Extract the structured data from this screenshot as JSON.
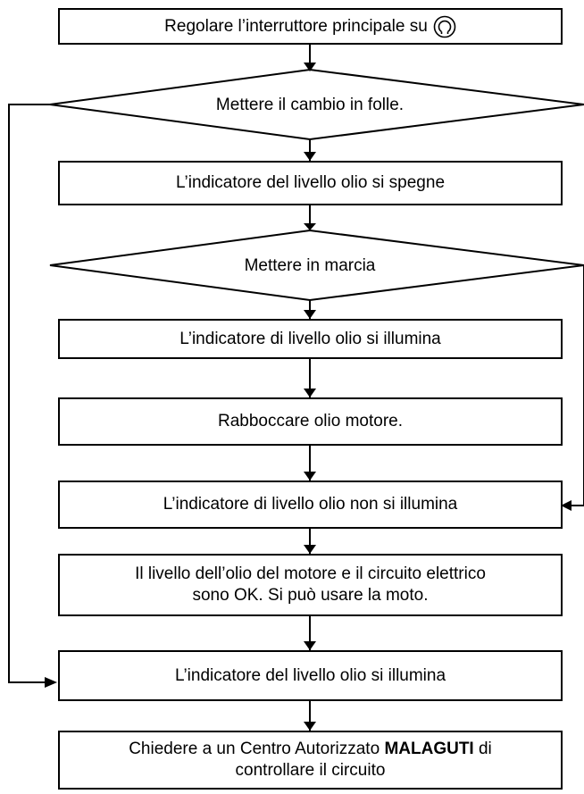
{
  "steps": {
    "step1": {
      "text": "Regolare l’interruttore principale su",
      "icon": "power-on-icon"
    },
    "decision1": {
      "text": "Mettere il cambio in folle."
    },
    "step2": {
      "text": "L’indicatore del livello olio si spegne"
    },
    "decision2": {
      "text": "Mettere in marcia"
    },
    "step3": {
      "text": "L’indicatore di livello olio si illumina"
    },
    "step4": {
      "text": "Rabboccare olio motore."
    },
    "step5": {
      "text": "L’indicatore di livello olio non si illumina"
    },
    "step6": {
      "line1": "Il livello dell’olio del motore e il circuito elettrico",
      "line2": "sono OK. Si può usare la moto."
    },
    "step7": {
      "text": "L’indicatore del livello olio si illumina"
    },
    "step8": {
      "line1_prefix": "Chiedere a un Centro Autorizzato ",
      "line1_brand": "MALAGUTI",
      "line1_suffix": " di",
      "line2": "controllare il circuito"
    }
  },
  "colors": {
    "stroke": "#000000",
    "background": "#ffffff"
  }
}
